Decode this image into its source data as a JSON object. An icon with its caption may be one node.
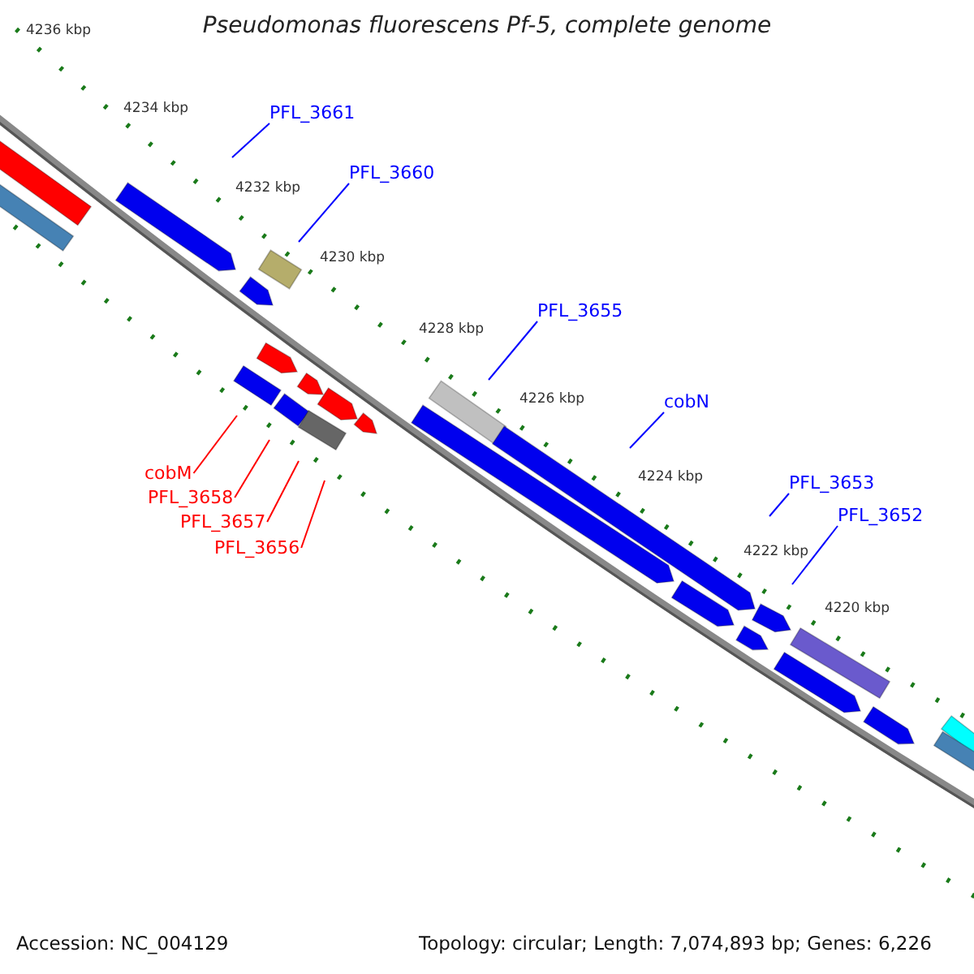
{
  "diagram": {
    "title": "Pseudomonas fluorescens Pf-5, complete genome",
    "nodes": [
      {
        "text": [
          "PFL_3661"
        ]
      },
      {
        "text": [
          "PFL_3660"
        ]
      },
      {
        "text": [
          "PFL_3655"
        ]
      },
      {
        "text": [
          "cobN"
        ]
      },
      {
        "text": [
          "cobM"
        ]
      },
      {
        "text": [
          "PFL_3653"
        ]
      },
      {
        "text": [
          "PFL_3658"
        ]
      },
      {
        "text": [
          "PFL_3652"
        ]
      },
      {
        "text": [
          "PFL_3657"
        ]
      },
      {
        "text": [
          "PFL_3656"
        ]
      }
    ],
    "edges": [
      {
        "from": 0,
        "to": null,
        "arrow": "none"
      },
      {
        "from": 1,
        "to": null,
        "arrow": "none"
      },
      {
        "from": 2,
        "to": null,
        "arrow": "none"
      },
      {
        "from": 3,
        "to": null,
        "arrow": "none"
      },
      {
        "from": 4,
        "to": null,
        "arrow": "none",
        "color": "#ff0000"
      },
      {
        "from": 5,
        "to": null,
        "arrow": "none"
      },
      {
        "from": 6,
        "to": null,
        "arrow": "none",
        "color": "#ff0000"
      },
      {
        "from": 7,
        "to": null,
        "arrow": "none"
      },
      {
        "from": 8,
        "to": null,
        "arrow": "none",
        "color": "#ff0000"
      },
      {
        "from": 9,
        "to": null,
        "arrow": "none",
        "color": "#ff0000"
      }
    ],
    "labels": [
      "4236 kbp",
      "4234 kbp",
      "4232 kbp",
      "4230 kbp",
      "4228 kbp",
      "4226 kbp",
      "4224 kbp",
      "4222 kbp",
      "4220 kbp",
      "Accession: NC_004129",
      "Topology: circular; Length: 7,074,893 bp; Genes: 6,226"
    ]
  }
}
